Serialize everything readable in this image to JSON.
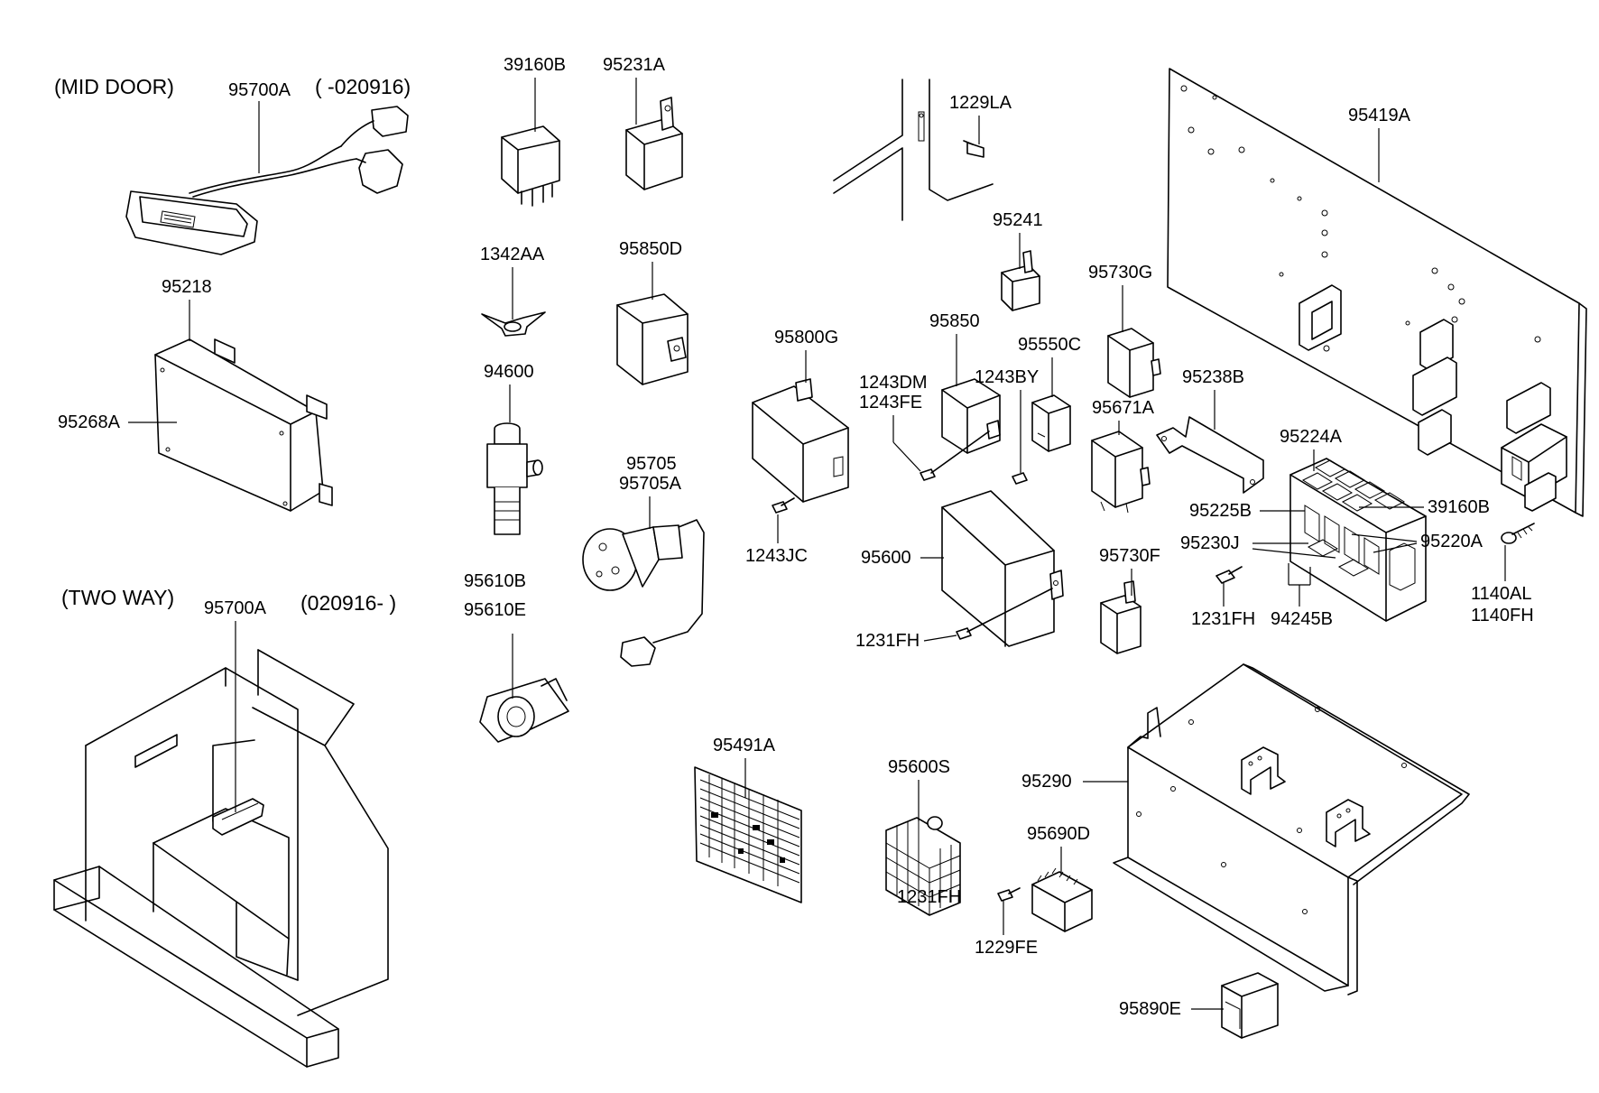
{
  "headings": {
    "mid_door": "(MID DOOR)",
    "mid_door_range": "( -020916)",
    "two_way": "(TWO WAY)",
    "two_way_range": "(020916- )"
  },
  "labels": {
    "p95700A_top": "95700A",
    "p95218": "95218",
    "p95268A": "95268A",
    "p95700A_bottom": "95700A",
    "p39160B_top": "39160B",
    "p95231A": "95231A",
    "p1342AA": "1342AA",
    "p95850D": "95850D",
    "p94600": "94600",
    "p95705": "95705",
    "p95705A": "95705A",
    "p95610B": "95610B",
    "p95610E": "95610E",
    "p1229LA": "1229LA",
    "p95241": "95241",
    "p95800G": "95800G",
    "p1243JC": "1243JC",
    "p1243DM": "1243DM",
    "p1243FE": "1243FE",
    "p95850": "95850",
    "p1243BY": "1243BY",
    "p95550C": "95550C",
    "p95730G": "95730G",
    "p95671A": "95671A",
    "p95238B": "95238B",
    "p95600": "95600",
    "p1231FH_mid": "1231FH",
    "p95730F": "95730F",
    "p95419A": "95419A",
    "p95224A": "95224A",
    "p95225B": "95225B",
    "p39160B_right": "39160B",
    "p95230J": "95230J",
    "p95220A": "95220A",
    "p1231FH_right": "1231FH",
    "p94245B": "94245B",
    "p1140AL": "1140AL",
    "p1140FH": "1140FH",
    "p95491A": "95491A",
    "p95600S": "95600S",
    "p1231FH_bottom": "1231FH",
    "p95690D": "95690D",
    "p1229FE": "1229FE",
    "p95290": "95290",
    "p95890E": "95890E"
  }
}
